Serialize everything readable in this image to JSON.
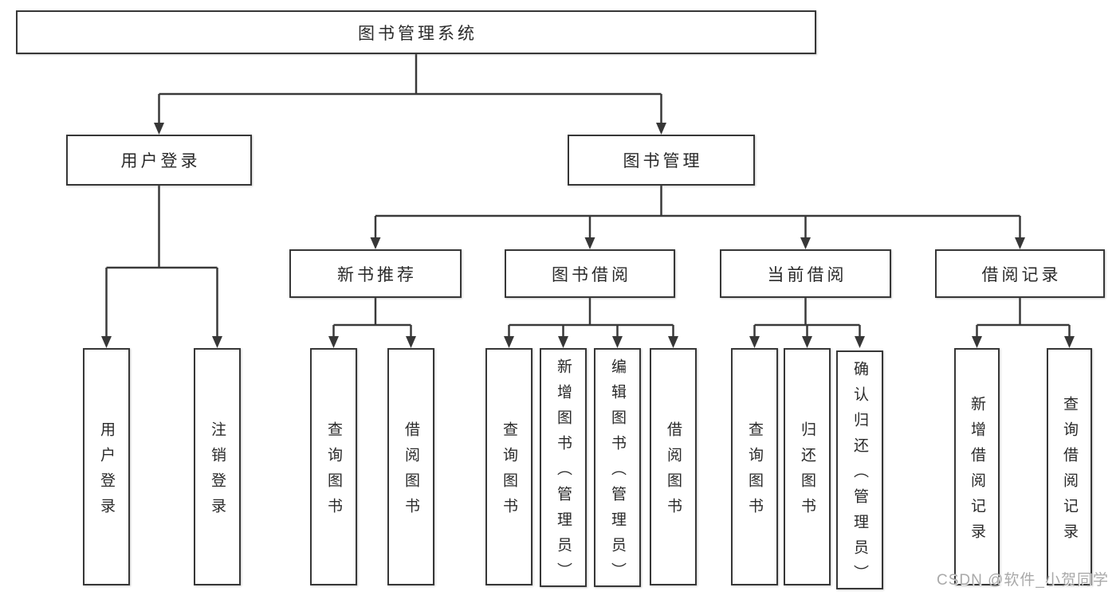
{
  "diagram": {
    "root": {
      "label": "图书管理系统"
    },
    "children": [
      {
        "label": "用户登录",
        "children": [
          {
            "label": "用户登录"
          },
          {
            "label": "注销登录"
          }
        ]
      },
      {
        "label": "图书管理",
        "children": [
          {
            "label": "新书推荐",
            "children": [
              {
                "label": "查询图书"
              },
              {
                "label": "借阅图书"
              }
            ]
          },
          {
            "label": "图书借阅",
            "children": [
              {
                "label": "查询图书"
              },
              {
                "label": "新增图书（管理员）"
              },
              {
                "label": "编辑图书（管理员）"
              },
              {
                "label": "借阅图书"
              }
            ]
          },
          {
            "label": "当前借阅",
            "children": [
              {
                "label": "查询图书"
              },
              {
                "label": "归还图书"
              },
              {
                "label": "确认归还（管理员）"
              }
            ]
          },
          {
            "label": "借阅记录",
            "children": [
              {
                "label": "新增借阅记录"
              },
              {
                "label": "查询借阅记录"
              }
            ]
          }
        ]
      }
    ]
  },
  "watermark": {
    "text": "CSDN @软件_小贺同学"
  },
  "colors": {
    "box_border": "#373737",
    "connector": "#3a3a3a",
    "text": "#2a2a2a",
    "watermark": "#a9a9a9",
    "background": "#ffffff"
  }
}
